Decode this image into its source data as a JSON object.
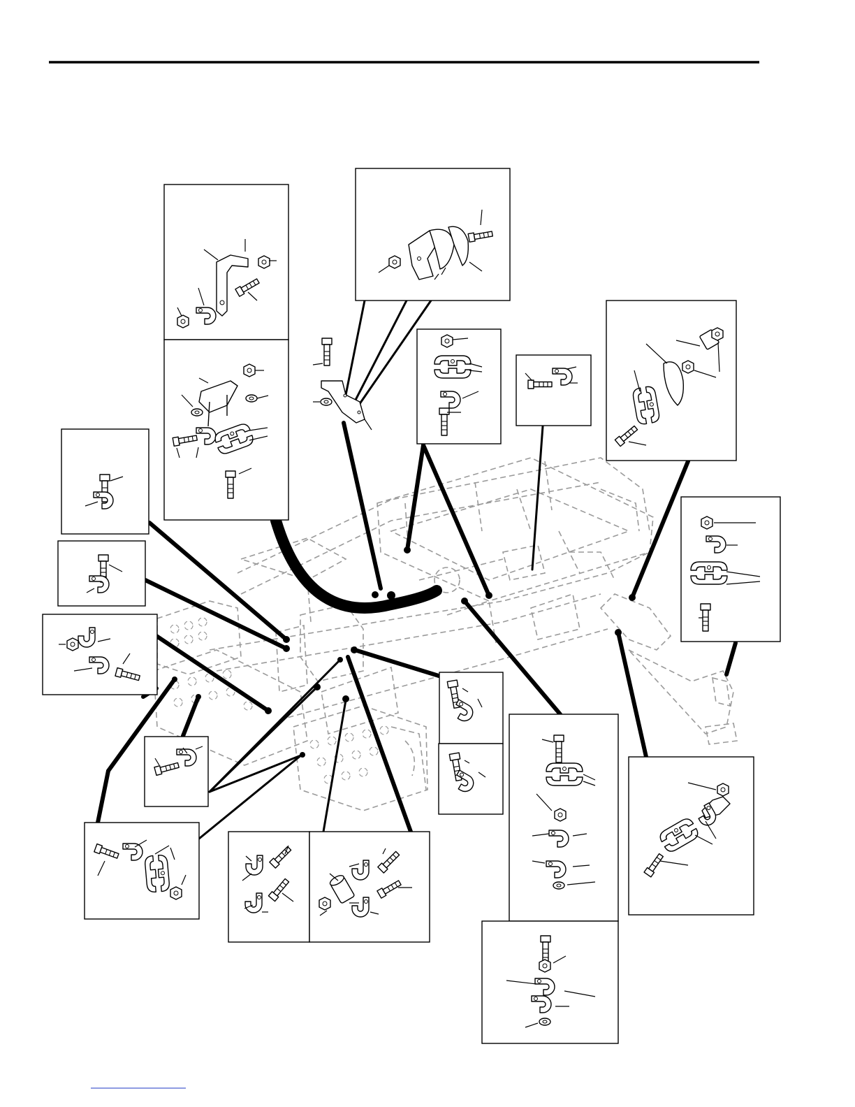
{
  "document": {
    "page_header": "",
    "figure_caption": "",
    "callout_numbers": []
  },
  "colors": {
    "ink": "#000000",
    "frame_dashed": "#9a9a9a",
    "footer_link": "#4a5fd0"
  },
  "detail_boxes": [
    {
      "id": "upper-left-bracket",
      "parts": [
        "bracket",
        "nut",
        "bolt",
        "clamp",
        "washer-nut"
      ]
    },
    {
      "id": "left-bracket-assembly",
      "parts": [
        "plate",
        "nut",
        "washer",
        "bolt",
        "clamp",
        "twin-clamp",
        "long-bolt"
      ]
    },
    {
      "id": "top-center-twin-clamp",
      "parts": [
        "nut",
        "twin-clamp",
        "cushion",
        "bolt"
      ]
    },
    {
      "id": "upper-center-twin-clamp",
      "parts": [
        "nut",
        "twin-clamp",
        "clamp",
        "bolt"
      ]
    },
    {
      "id": "single-clamp-center",
      "parts": [
        "bolt",
        "clamp"
      ]
    },
    {
      "id": "upper-right-twin-clamp",
      "parts": [
        "nut",
        "collar",
        "cushion",
        "twin-clamp",
        "bolt"
      ]
    },
    {
      "id": "right-clamp-stack",
      "parts": [
        "nut",
        "clamp",
        "twin-clamp",
        "bolt"
      ]
    },
    {
      "id": "left-clamp-a",
      "parts": [
        "bolt",
        "clamp"
      ]
    },
    {
      "id": "left-clamp-b",
      "parts": [
        "bolt",
        "clamp"
      ]
    },
    {
      "id": "left-double-clamp",
      "parts": [
        "nut",
        "clamp",
        "clamp",
        "bolt"
      ]
    },
    {
      "id": "lower-left-clamp",
      "parts": [
        "bolt",
        "clamp"
      ]
    },
    {
      "id": "bottom-left-twin-clamp",
      "parts": [
        "bolt",
        "clamp",
        "twin-clamp",
        "nut"
      ]
    },
    {
      "id": "bottom-middle-clamps",
      "parts": [
        "clamp",
        "bolt",
        "clamp",
        "bolt"
      ]
    },
    {
      "id": "bottom-center-collar",
      "parts": [
        "nut",
        "collar",
        "clamp",
        "bolt",
        "clamp",
        "bolt"
      ]
    },
    {
      "id": "center-right-clamp-a",
      "parts": [
        "bolt",
        "clamp"
      ]
    },
    {
      "id": "center-right-clamp-b",
      "parts": [
        "bolt",
        "clamp"
      ]
    },
    {
      "id": "right-stack-large",
      "parts": [
        "bolt",
        "twin-clamp",
        "nut",
        "clamp",
        "clamp",
        "washer"
      ]
    },
    {
      "id": "right-angle-clamp",
      "parts": [
        "nut",
        "bracket",
        "clamp",
        "bolt"
      ]
    },
    {
      "id": "bottom-right-stack",
      "parts": [
        "bolt",
        "nut",
        "clamp",
        "clamp",
        "washer"
      ]
    }
  ]
}
